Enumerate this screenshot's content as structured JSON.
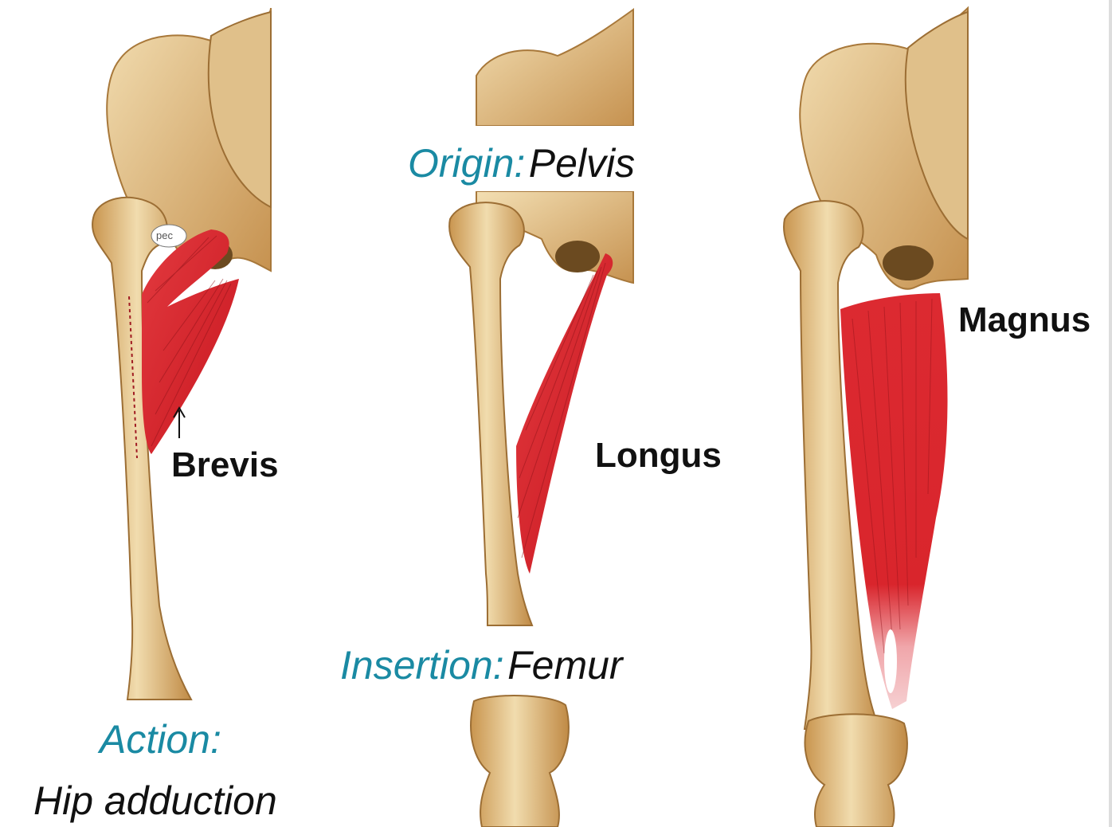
{
  "labels": {
    "pec": "pec",
    "brevis": "Brevis",
    "longus": "Longus",
    "magnus": "Magnus",
    "origin_term": "Origin:",
    "origin_value": "Pelvis",
    "insertion_term": "Insertion:",
    "insertion_value": "Femur",
    "action_term": "Action:",
    "action_value": "Hip adduction"
  },
  "colors": {
    "bone": "#e8cf9c",
    "bone_shadow": "#b88a45",
    "muscle": "#d9252c",
    "muscle_light": "#f2a0a4",
    "term": "#1a8aa3",
    "text": "#111111"
  }
}
